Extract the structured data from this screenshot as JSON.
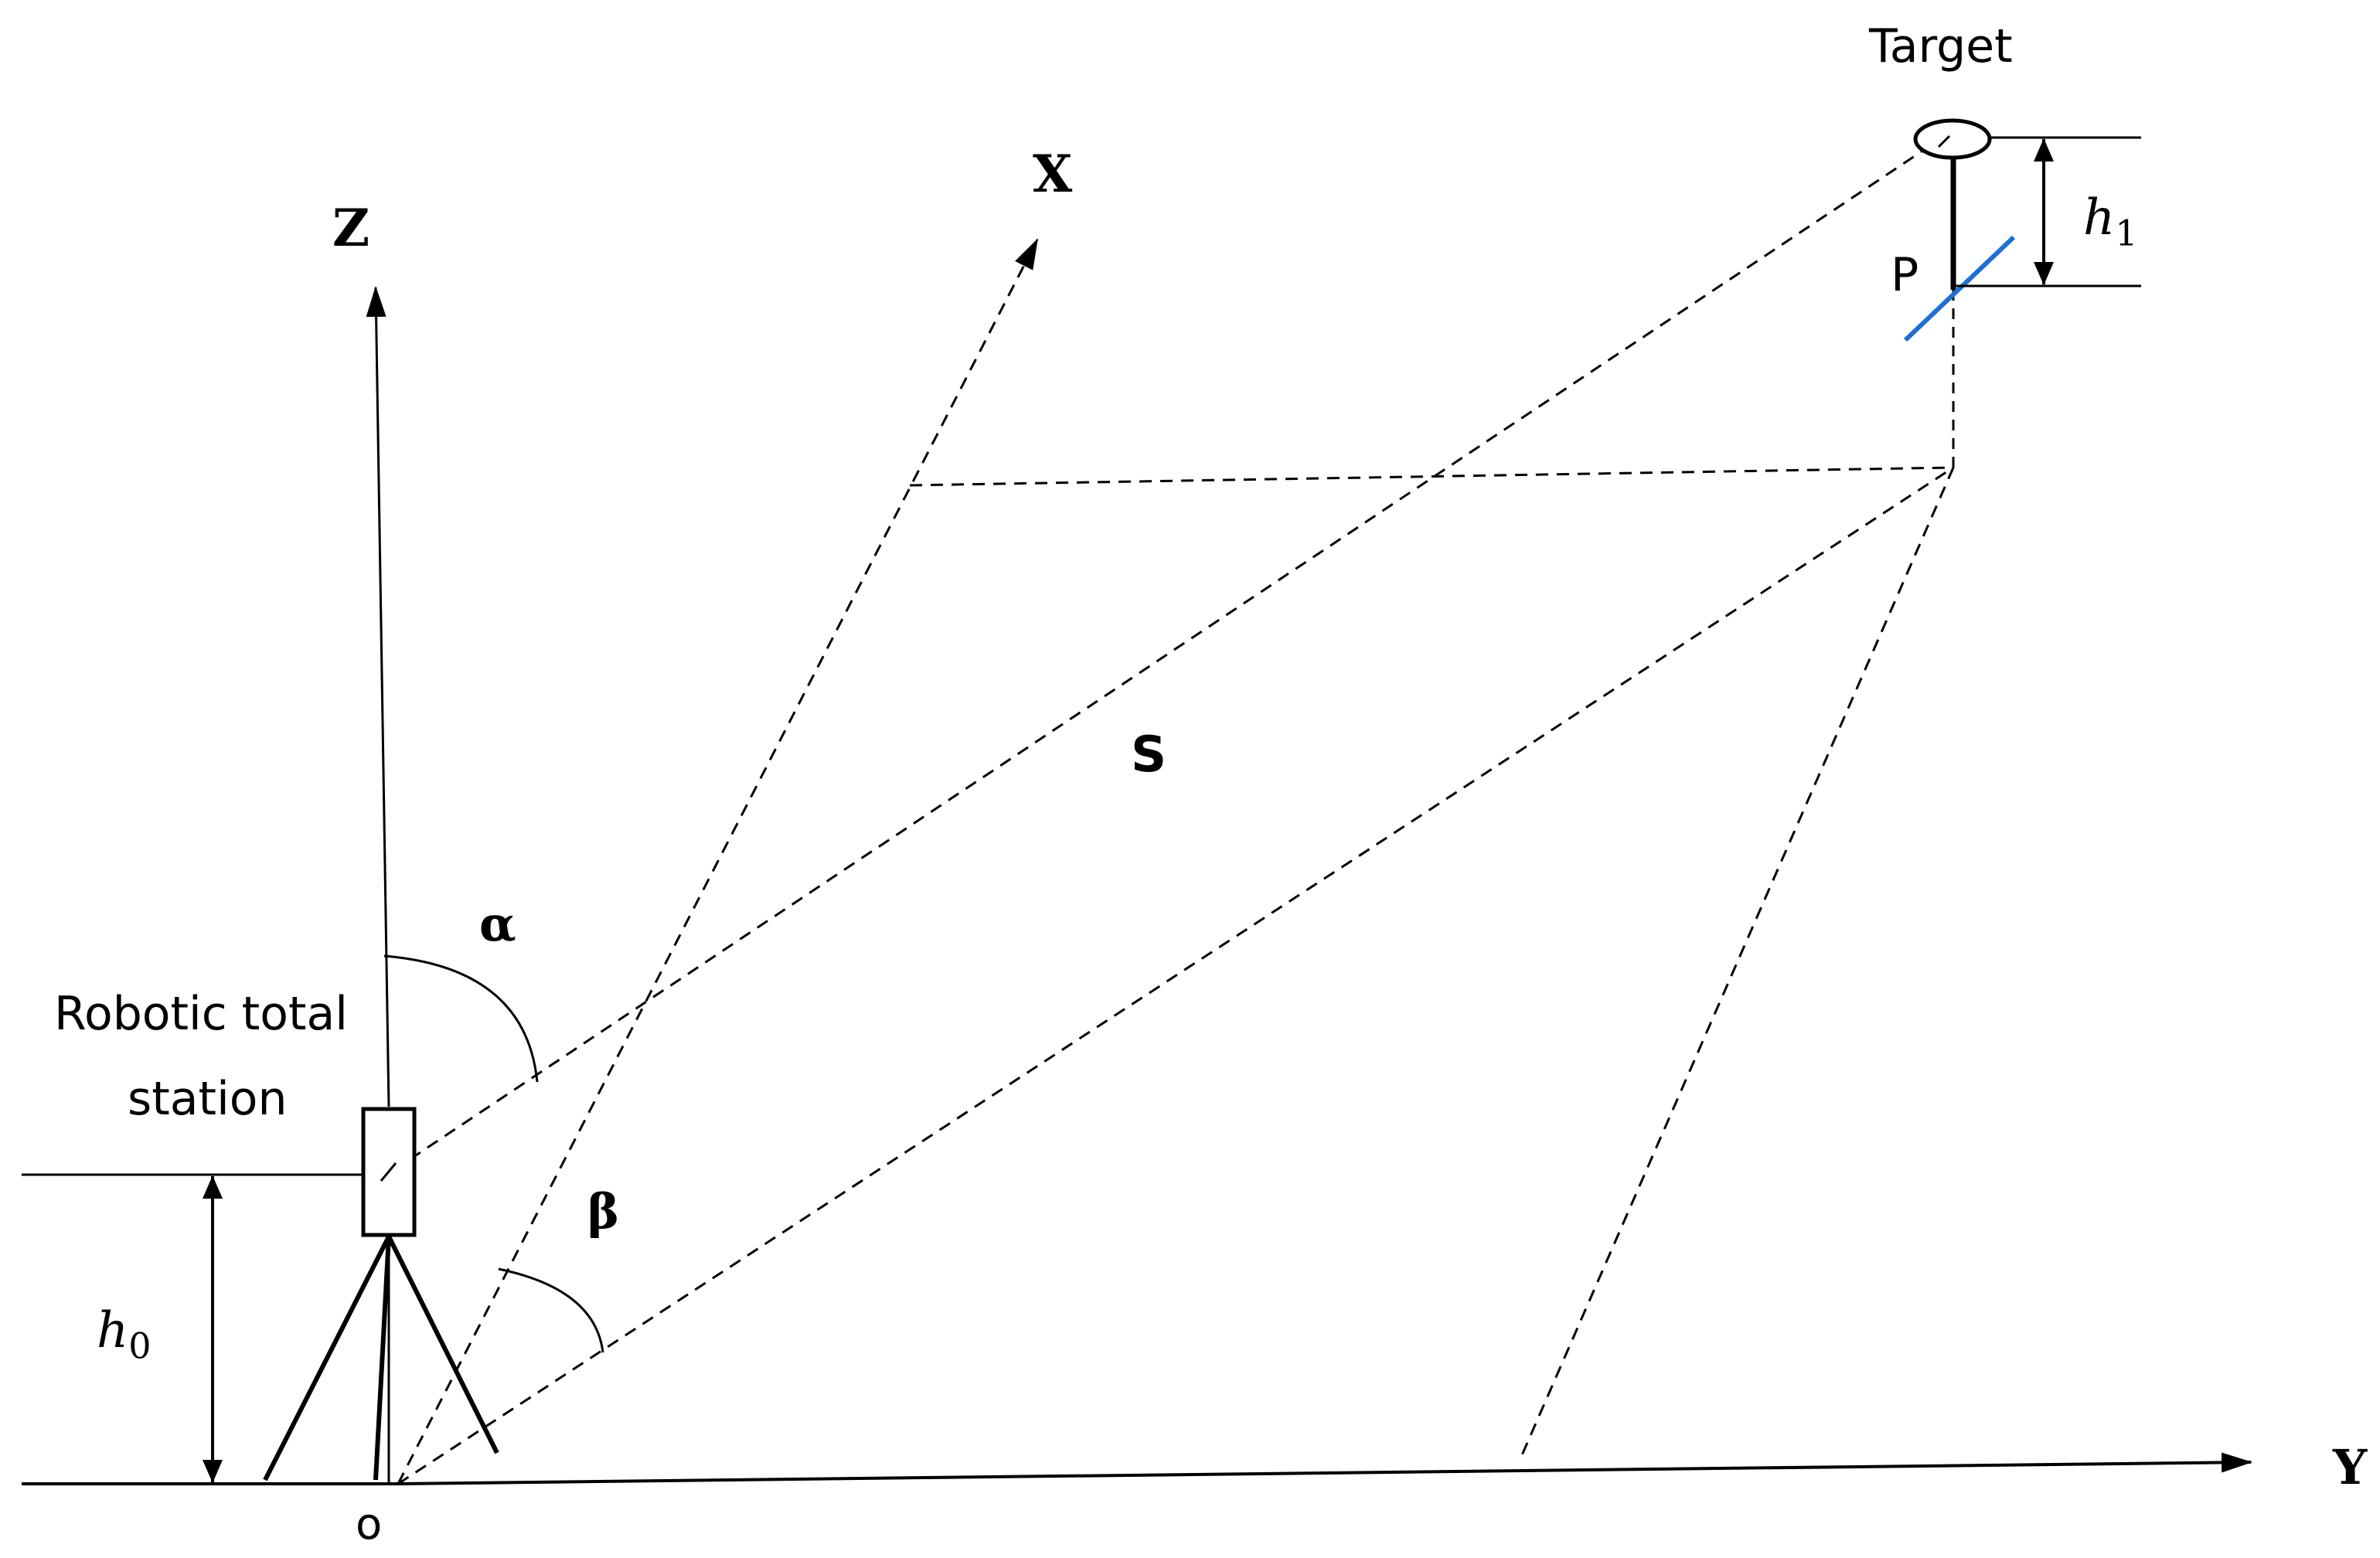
{
  "labels": {
    "target": "Target",
    "x_axis": "X",
    "z_axis": "Z",
    "y_axis": "Y",
    "h1_var": "h",
    "h1_sub": "1",
    "h0_var": "h",
    "h0_sub": "0",
    "point_p": "P",
    "distance": "S",
    "alpha": "α",
    "beta": "β",
    "instrument_line1": "Robotic total",
    "instrument_line2": "station",
    "origin": "o"
  },
  "colors": {
    "line": "#000000",
    "prism": "#1f6fd0"
  }
}
